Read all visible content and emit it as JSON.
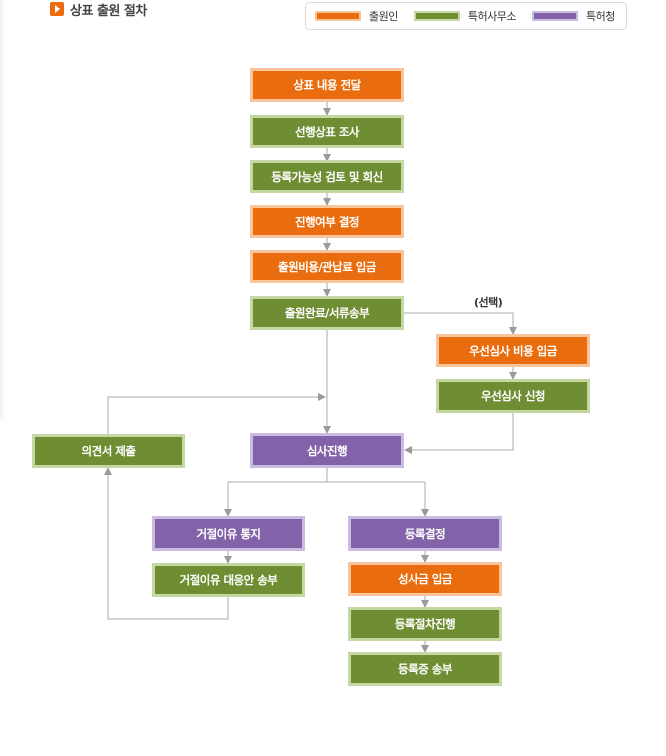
{
  "title": "상표 출원 절차",
  "legend": [
    {
      "label": "출원인",
      "color": "#e96d0e"
    },
    {
      "label": "특허사무소",
      "color": "#6f8e33"
    },
    {
      "label": "특허청",
      "color": "#8262a8"
    }
  ],
  "nodes": {
    "n1": "상표 내용 전달",
    "n2": "선행상표 조사",
    "n3": "등록가능성 검토 및 회신",
    "n4": "진행여부 결정",
    "n5": "출원비용/관납료 입금",
    "n6": "출원완료/서류송부",
    "n7": "우선심사 비용 입금",
    "n8": "우선심사 신청",
    "n9": "심사진행",
    "n10": "의견서 제출",
    "n11": "거절이유 통지",
    "n12": "거절이유 대응안 송부",
    "n13": "등록결정",
    "n14": "성사금 입금",
    "n15": "등록절차진행",
    "n16": "등록증 송부"
  },
  "optional_label": "(선택)"
}
